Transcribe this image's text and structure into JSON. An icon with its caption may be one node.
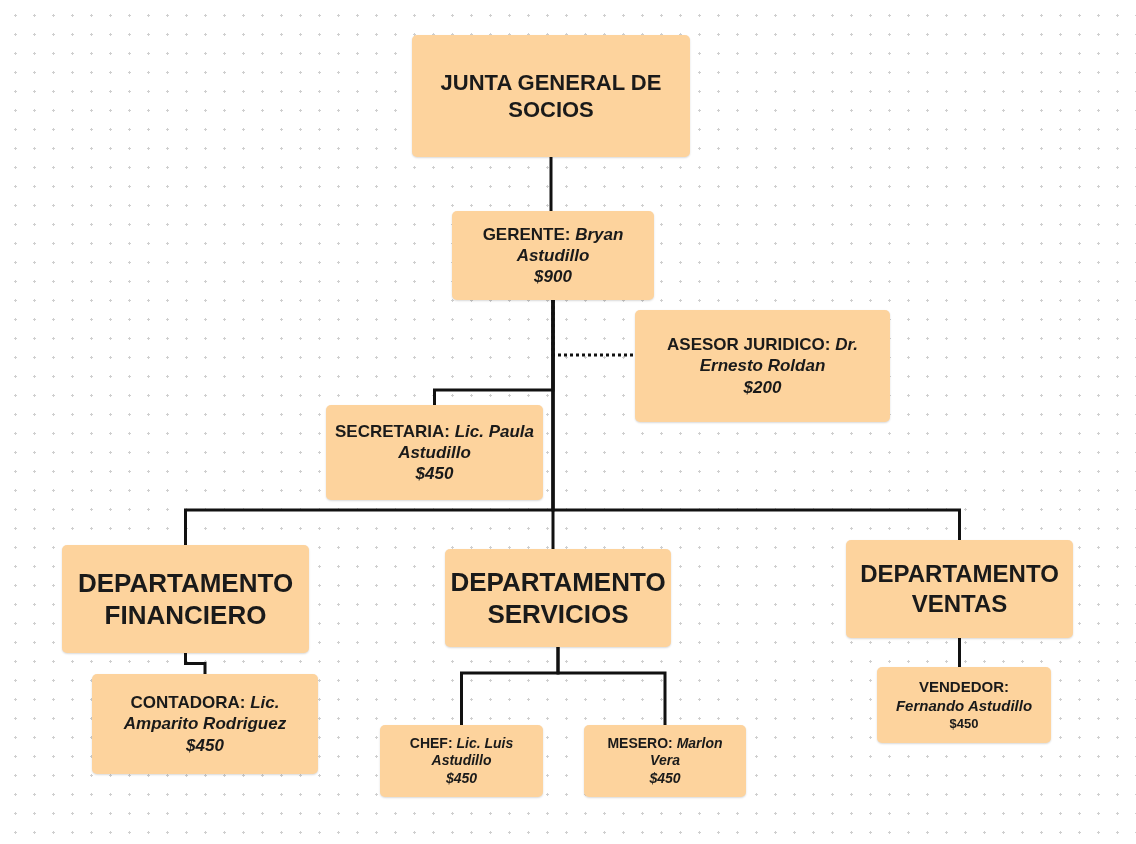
{
  "diagram": {
    "nodes": [
      {
        "text": [
          "JUNTA GENERAL DE SOCIOS"
        ]
      },
      {
        "text": [
          "GERENTE: *Bryan Astudillo*",
          "$900"
        ]
      },
      {
        "text": [
          "ASESOR JURIDICO: *Dr. Ernesto Roldan*",
          "$200"
        ]
      },
      {
        "text": [
          "SECRETARIA: *Lic. Paula Astudillo*",
          "$450"
        ]
      },
      {
        "text": [
          "DEPARTAMENTO FINANCIERO"
        ]
      },
      {
        "text": [
          "DEPARTAMENTO SERVICIOS"
        ]
      },
      {
        "text": [
          "DEPARTAMENTO VENTAS"
        ]
      },
      {
        "text": [
          "CONTADORA: *Lic. Amparito Rodriguez*",
          "$450"
        ]
      },
      {
        "text": [
          "CHEF: *Lic. Luis Astudillo*",
          "$450"
        ]
      },
      {
        "text": [
          "MESERO: *Marlon Vera*",
          "$450"
        ]
      },
      {
        "text": [
          "VENDEDOR: *Fernando Astudillo*",
          "$450"
        ]
      }
    ],
    "edges": [
      {
        "from": 0,
        "to": 1,
        "arrow": "none"
      },
      {
        "from": 1,
        "to": 2,
        "arrow": "none",
        "style": "dashed"
      },
      {
        "from": 1,
        "to": 3,
        "arrow": "none"
      },
      {
        "from": 1,
        "to": 4,
        "arrow": "none"
      },
      {
        "from": 1,
        "to": 5,
        "arrow": "none"
      },
      {
        "from": 1,
        "to": 6,
        "arrow": "none"
      },
      {
        "from": 4,
        "to": 7,
        "arrow": "none"
      },
      {
        "from": 5,
        "to": 8,
        "arrow": "none"
      },
      {
        "from": 5,
        "to": 9,
        "arrow": "none"
      },
      {
        "from": 6,
        "to": 10,
        "arrow": "none"
      }
    ]
  }
}
